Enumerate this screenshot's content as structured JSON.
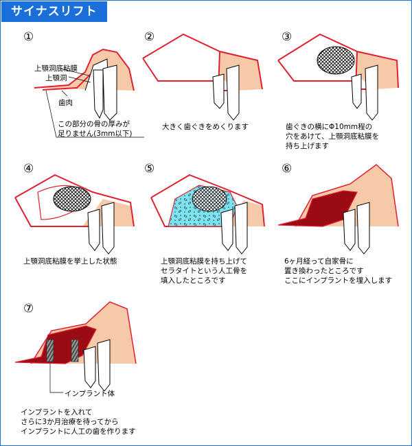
{
  "title": "サイナスリフト",
  "colors": {
    "accent": "#1a6fd8",
    "gum": "#f6c9a8",
    "outline": "#e02030",
    "new_bone": "#9a0b14",
    "artificial_bone": "#7fe3ec"
  },
  "steps": [
    {
      "number": "①",
      "lines": [
        "この部分の骨の厚みが",
        "足りません(3mm以下)"
      ],
      "labels": [
        "上顎洞底粘膜",
        "上顎洞",
        "歯肉"
      ]
    },
    {
      "number": "②",
      "lines": [
        "大きく歯ぐきをめくります"
      ]
    },
    {
      "number": "③",
      "lines": [
        "歯ぐきの横にΦ10mm程の",
        "穴をあけて、上顎洞底粘膜を",
        "持ち上げます"
      ]
    },
    {
      "number": "④",
      "lines": [
        "上顎洞底粘膜を挙上した状態"
      ]
    },
    {
      "number": "⑤",
      "lines": [
        "上顎洞底粘膜を持ち上げて",
        "セラタイトという人工骨を",
        "填入したところです"
      ]
    },
    {
      "number": "⑥",
      "lines": [
        "6ヶ月経って自家骨に",
        "置き換わったところです",
        "ここにインプラントを埋入します"
      ]
    },
    {
      "number": "⑦",
      "lines": [
        "インプラントを入れて",
        "さらに3か月治療を待ってから",
        "インプラントに人工の歯を作ります"
      ],
      "labels": [
        "インプラント体"
      ]
    }
  ]
}
